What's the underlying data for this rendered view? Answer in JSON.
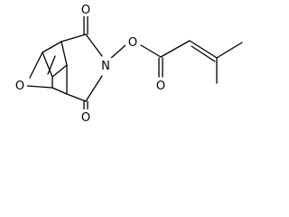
{
  "molecule": {
    "atoms": {
      "carbonyl_o_top": "O",
      "carbonyl_o_bottom": "O",
      "imide_n": "N",
      "ester_link_o": "O",
      "ester_carbonyl_o": "O",
      "bridge_o": "O"
    }
  },
  "colors": {
    "bond": "#000000",
    "background": "#ffffff"
  }
}
